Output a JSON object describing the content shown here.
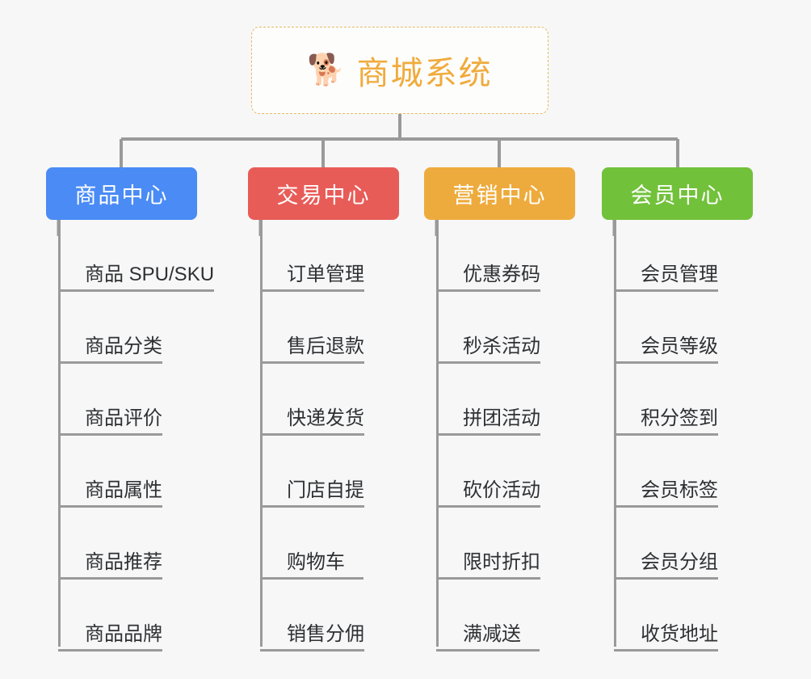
{
  "diagram": {
    "title": "商城系统",
    "background_color": "#f7f7f7",
    "root": {
      "label": "商城系统",
      "icon": "shiba-dog-face-icon",
      "icon_glyph": "🐕",
      "text_color": "#f0ab3c",
      "border_color": "#e8b863",
      "border_style": "dashed"
    },
    "connector_color": "#9a9a9a",
    "branches": [
      {
        "label": "商品中心",
        "color": "#4a8bf5",
        "leaves": [
          {
            "label": "商品 SPU/SKU"
          },
          {
            "label": "商品分类"
          },
          {
            "label": "商品评价"
          },
          {
            "label": "商品属性"
          },
          {
            "label": "商品推荐"
          },
          {
            "label": "商品品牌"
          }
        ]
      },
      {
        "label": "交易中心",
        "color": "#e85c58",
        "leaves": [
          {
            "label": "订单管理"
          },
          {
            "label": "售后退款"
          },
          {
            "label": "快递发货"
          },
          {
            "label": "门店自提"
          },
          {
            "label": "购物车"
          },
          {
            "label": "销售分佣"
          }
        ]
      },
      {
        "label": "营销中心",
        "color": "#eeab3d",
        "leaves": [
          {
            "label": "优惠券码"
          },
          {
            "label": "秒杀活动"
          },
          {
            "label": "拼团活动"
          },
          {
            "label": "砍价活动"
          },
          {
            "label": "限时折扣"
          },
          {
            "label": "满减送"
          }
        ]
      },
      {
        "label": "会员中心",
        "color": "#72c13b",
        "leaves": [
          {
            "label": "会员管理"
          },
          {
            "label": "会员等级"
          },
          {
            "label": "积分签到"
          },
          {
            "label": "会员标签"
          },
          {
            "label": "会员分组"
          },
          {
            "label": "收货地址"
          }
        ]
      }
    ]
  }
}
